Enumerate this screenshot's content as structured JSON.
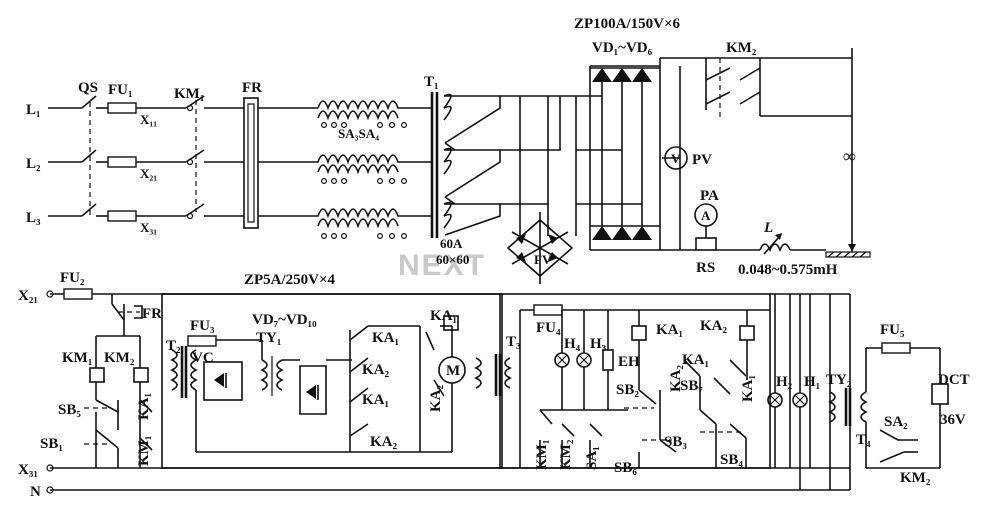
{
  "top_labels": {
    "rectifier_rating": "ZP100A/150V×6",
    "vd_range": "VD₁~VD₆",
    "km2_top": "KM₂",
    "pa": "PA",
    "pv": "PV",
    "rs": "RS",
    "inductor": "L",
    "inductance_range": "0.048~0.575mH",
    "transformer_t1": "T₁",
    "fr_top": "FR",
    "km1_top": "KM₁",
    "qs": "QS",
    "fu1": "FU₁",
    "x11": "X₁₁",
    "x21": "X₂₁",
    "x31": "X₃₁",
    "sa3sa4": "SA₃SA₄",
    "fv": "FV",
    "fv_rating_1": "60A",
    "fv_rating_2": "60×60"
  },
  "phases": [
    "L₁",
    "L₂",
    "L₃"
  ],
  "meter_symbols": {
    "voltmeter": "V",
    "ammeter": "A"
  },
  "control": {
    "x21": "X₂₁",
    "x31": "X₃₁",
    "n": "N",
    "fu2": "FU₂",
    "fr": "FR",
    "km1": "KM₁",
    "km2": "KM₂",
    "sb5": "SB₅",
    "sb1": "SB₁",
    "ka1_v": "KA₁",
    "km1_v": "KM₁",
    "zp5a": "ZP5A/250V×4",
    "t2": "T₂",
    "fu3": "FU₃",
    "vc": "VC",
    "vd7": "VD₇~VD₁₀",
    "ty1": "TY₁",
    "ka1_a": "KA₁",
    "ka1_b": "KA₁",
    "ka2_a": "KA₂",
    "ka1_c": "KA₁",
    "ka2_b": "KA₂",
    "ka2_c": "KA₂",
    "motor": "M",
    "t3": "T₃",
    "fu4": "FU₄",
    "h4": "H₄",
    "h3": "H₃",
    "eh": "EH",
    "ka1_d": "KA₁",
    "ka2_d": "KA₂",
    "ka1_e": "KA₁",
    "ka2_e": "KA₂",
    "sb2": "SB₂",
    "sb7": "SB₇",
    "ka1_f": "KA₁",
    "sb3": "SB₃",
    "sb4": "SB₄",
    "sb6": "SB₆",
    "km1_b": "KM₁",
    "km2_b": "KM₂",
    "sa1": "SA₁",
    "h2": "H₂",
    "h1": "H₁",
    "ty2": "TY₂",
    "t4": "T₄",
    "fu5": "FU₅",
    "sa2": "SA₂",
    "km2_c": "KM₂",
    "dct": "DCT",
    "dct_v": "36V"
  },
  "watermark": "NEXT"
}
